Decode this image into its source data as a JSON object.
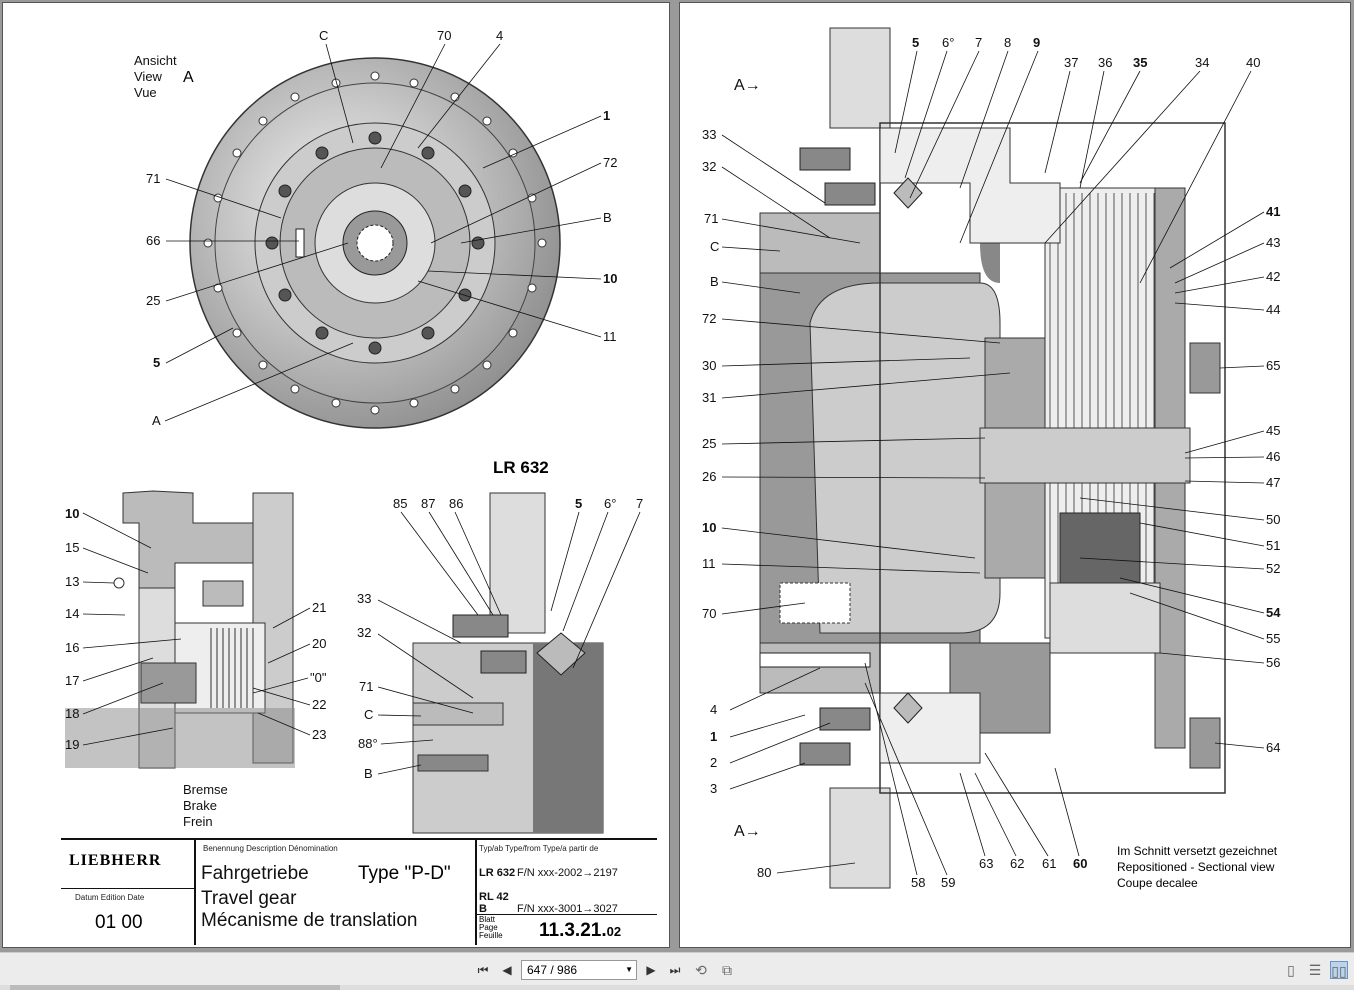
{
  "viewer": {
    "current_page": "647 / 986",
    "nav": {
      "first": "⏮",
      "prev": "◀",
      "next": "▶",
      "last": "⏭"
    }
  },
  "left_page": {
    "view_label": [
      "Ansicht",
      "View",
      "Vue"
    ],
    "view_letter": "A",
    "model": "LR 632",
    "top_callouts": [
      "C",
      "70",
      "4",
      "1",
      "72",
      "B",
      "10",
      "11",
      "A",
      "5",
      "25",
      "66",
      "71"
    ],
    "brake_callouts": [
      "10",
      "15",
      "13",
      "14",
      "16",
      "17",
      "18",
      "19",
      "21",
      "20",
      "\"0\"",
      "22",
      "23"
    ],
    "brake_caption": [
      "Bremse",
      "Brake",
      "Frein"
    ],
    "seal_callouts": [
      "85",
      "87",
      "86",
      "5",
      "6°",
      "7",
      "33",
      "32",
      "71",
      "C",
      "88°",
      "B"
    ]
  },
  "title_block": {
    "logo": "LIEBHERR",
    "labels": "Benennung  Description  Dénomination",
    "date_labels": "Datum   Edition   Date",
    "edition": "01  00",
    "name_de": "Fahrgetriebe",
    "name_en": "Travel gear",
    "name_fr": "Mécanisme de translation",
    "type": "Type \"P-D\"",
    "col_labels": "Typ/ab     Type/from     Type/a partir de",
    "rows": [
      {
        "model": "LR 632",
        "range": "F/N xxx-2002→2197"
      },
      {
        "model": "RL   42 B",
        "range": "F/N xxx-3001→3027"
      }
    ],
    "sheet_labels": [
      "Blatt",
      "Page",
      "Feuille"
    ],
    "sheet": "11.3.21.",
    "sheet_suffix": "02"
  },
  "right_page": {
    "view_markers": [
      "A→",
      "A→"
    ],
    "note": [
      "Im Schnitt versetzt gezeichnet",
      "Repositioned - Sectional view",
      "Coupe decalee"
    ],
    "callouts_top": [
      "5",
      "6°",
      "7",
      "8",
      "9",
      "37",
      "36",
      "35",
      "34",
      "40"
    ],
    "callouts_left": [
      "33",
      "32",
      "71",
      "C",
      "B",
      "72",
      "30",
      "31",
      "25",
      "26",
      "10",
      "11",
      "70",
      "4",
      "1",
      "2",
      "3",
      "80"
    ],
    "callouts_right": [
      "41",
      "43",
      "42",
      "44",
      "65",
      "45",
      "46",
      "47",
      "50",
      "51",
      "52",
      "54",
      "55",
      "56",
      "64"
    ],
    "callouts_bottom": [
      "58",
      "59",
      "63",
      "62",
      "61",
      "60"
    ]
  }
}
